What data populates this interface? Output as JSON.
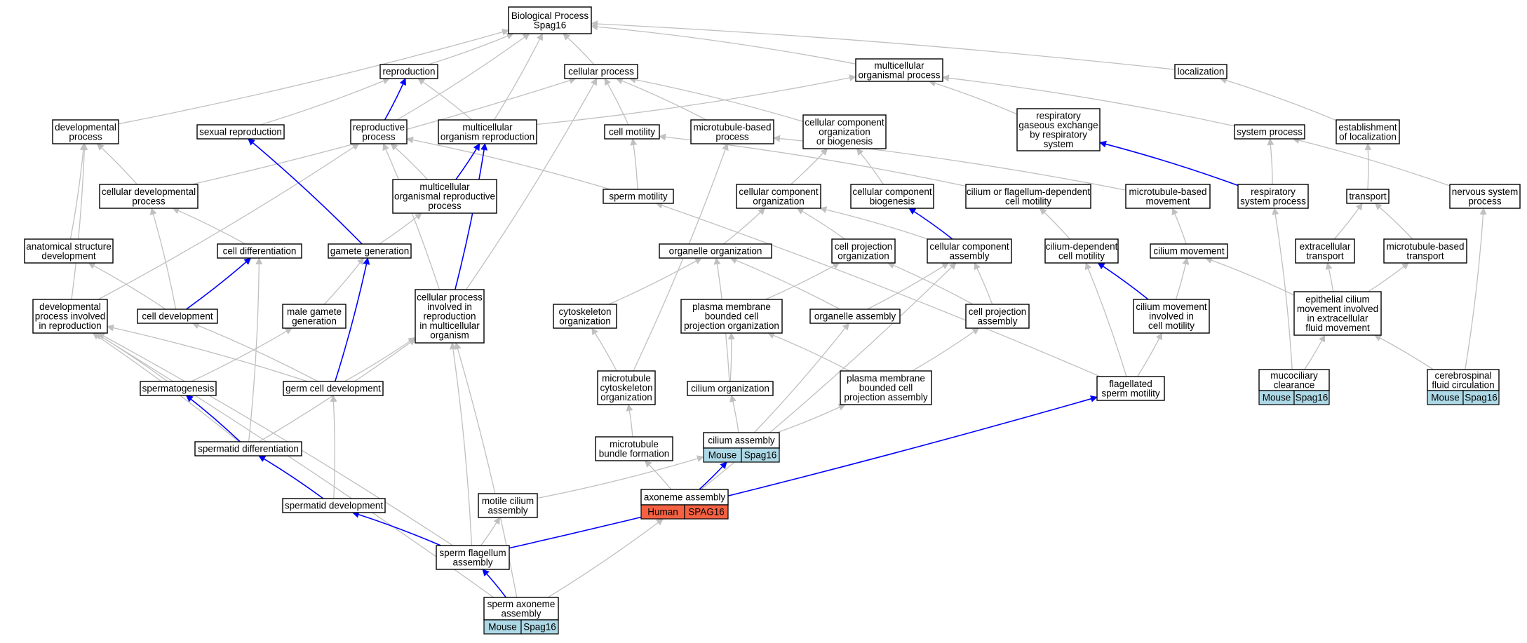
{
  "colors": {
    "edge_default": "#c0c0c0",
    "edge_highlight": "#0000ff",
    "mouse_badge": "#add8e6",
    "human_badge": "#f46142",
    "node_border": "#000000"
  },
  "nodes": {
    "bp": [
      "Biological Process",
      "Spag16"
    ],
    "reproduction": [
      "reproduction"
    ],
    "cellular_process": [
      "cellular process"
    ],
    "multicellular_organismal_process": [
      "multicellular",
      "organismal process"
    ],
    "localization": [
      "localization"
    ],
    "developmental_process": [
      "developmental",
      "process"
    ],
    "sexual_reproduction": [
      "sexual reproduction"
    ],
    "reproductive_process": [
      "reproductive",
      "process"
    ],
    "multicellular_organism_reproduction": [
      "multicellular",
      "organism reproduction"
    ],
    "cell_motility": [
      "cell motility"
    ],
    "microtubule_based_process": [
      "microtubule-based",
      "process"
    ],
    "cellular_component_organization_or_biogenesis": [
      "cellular component",
      "organization",
      "or biogenesis"
    ],
    "respiratory_gaseous_exchange": [
      "respiratory",
      "gaseous exchange",
      "by respiratory",
      "system"
    ],
    "system_process": [
      "system process"
    ],
    "establishment_of_localization": [
      "establishment",
      "of localization"
    ],
    "cellular_developmental_process": [
      "cellular developmental",
      "process"
    ],
    "multicellular_organismal_reproductive_process": [
      "multicellular",
      "organismal reproductive",
      "process"
    ],
    "sperm_motility": [
      "sperm motility"
    ],
    "cellular_component_organization": [
      "cellular component",
      "organization"
    ],
    "cellular_component_biogenesis": [
      "cellular component",
      "biogenesis"
    ],
    "cilium_or_flagellum_dependent_cell_motility": [
      "cilium or flagellum-dependent",
      "cell motility"
    ],
    "microtubule_based_movement": [
      "microtubule-based",
      "movement"
    ],
    "respiratory_system_process": [
      "respiratory",
      "system process"
    ],
    "transport": [
      "transport"
    ],
    "nervous_system_process": [
      "nervous system",
      "process"
    ],
    "anatomical_structure_development": [
      "anatomical structure",
      "development"
    ],
    "cell_differentiation": [
      "cell differentiation"
    ],
    "gamete_generation": [
      "gamete generation"
    ],
    "organelle_organization": [
      "organelle organization"
    ],
    "cell_projection_organization": [
      "cell projection",
      "organization"
    ],
    "cellular_component_assembly": [
      "cellular component",
      "assembly"
    ],
    "cilium_dependent_cell_motility": [
      "cilium-dependent",
      "cell motility"
    ],
    "cilium_movement": [
      "cilium movement"
    ],
    "extracellular_transport": [
      "extracellular",
      "transport"
    ],
    "microtubule_based_transport": [
      "microtubule-based",
      "transport"
    ],
    "developmental_process_involved_in_reproduction": [
      "developmental",
      "process involved",
      "in reproduction"
    ],
    "cell_development": [
      "cell development"
    ],
    "male_gamete_generation": [
      "male gamete",
      "generation"
    ],
    "cellular_process_involved_in_reproduction": [
      "cellular process",
      "involved in",
      "reproduction",
      "in multicellular",
      "organism"
    ],
    "cytoskeleton_organization": [
      "cytoskeleton",
      "organization"
    ],
    "plasma_membrane_bounded_cell_projection_organization": [
      "plasma membrane",
      "bounded cell",
      "projection organization"
    ],
    "organelle_assembly": [
      "organelle assembly"
    ],
    "cell_projection_assembly": [
      "cell projection",
      "assembly"
    ],
    "cilium_movement_involved_in_cell_motility": [
      "cilium movement",
      "involved in",
      "cell motility"
    ],
    "epithelial_cilium_movement": [
      "epithelial cilium",
      "movement involved",
      "in extracellular",
      "fluid movement"
    ],
    "spermatogenesis": [
      "spermatogenesis"
    ],
    "germ_cell_development": [
      "germ cell development"
    ],
    "microtubule_cytoskeleton_organization": [
      "microtubule",
      "cytoskeleton",
      "organization"
    ],
    "cilium_organization": [
      "cilium organization"
    ],
    "plasma_membrane_bounded_cell_projection_assembly": [
      "plasma membrane",
      "bounded cell",
      "projection assembly"
    ],
    "flagellated_sperm_motility": [
      "flagellated",
      "sperm motility"
    ],
    "mucociliary_clearance": [
      "mucociliary",
      "clearance"
    ],
    "cerebrospinal_fluid_circulation": [
      "cerebrospinal",
      "fluid circulation"
    ],
    "spermatid_differentiation": [
      "spermatid differentiation"
    ],
    "microtubule_bundle_formation": [
      "microtubule",
      "bundle formation"
    ],
    "cilium_assembly": [
      "cilium assembly"
    ],
    "spermatid_development": [
      "spermatid development"
    ],
    "motile_cilium_assembly": [
      "motile cilium",
      "assembly"
    ],
    "axoneme_assembly": [
      "axoneme assembly"
    ],
    "sperm_flagellum_assembly": [
      "sperm flagellum",
      "assembly"
    ],
    "sperm_axoneme_assembly": [
      "sperm axoneme",
      "assembly"
    ]
  },
  "badges": {
    "mucociliary_clearance": {
      "organism": "Mouse",
      "gene": "Spag16",
      "color": "#add8e6"
    },
    "cerebrospinal_fluid_circulation": {
      "organism": "Mouse",
      "gene": "Spag16",
      "color": "#add8e6"
    },
    "cilium_assembly": {
      "organism": "Mouse",
      "gene": "Spag16",
      "color": "#add8e6"
    },
    "axoneme_assembly": {
      "organism": "Human",
      "gene": "SPAG16",
      "color": "#f46142"
    },
    "sperm_axoneme_assembly": {
      "organism": "Mouse",
      "gene": "Spag16",
      "color": "#add8e6"
    }
  },
  "edges": [
    [
      "reproduction",
      "bp",
      "g"
    ],
    [
      "cellular_process",
      "bp",
      "g"
    ],
    [
      "multicellular_organismal_process",
      "bp",
      "g"
    ],
    [
      "localization",
      "bp",
      "g"
    ],
    [
      "developmental_process",
      "bp",
      "g"
    ],
    [
      "reproductive_process",
      "bp",
      "g"
    ],
    [
      "multicellular_organism_reproduction",
      "bp",
      "g"
    ],
    [
      "sexual_reproduction",
      "reproduction",
      "g"
    ],
    [
      "reproductive_process",
      "reproduction",
      "b"
    ],
    [
      "multicellular_organism_reproduction",
      "reproduction",
      "g"
    ],
    [
      "multicellular_organism_reproduction",
      "multicellular_organismal_process",
      "g"
    ],
    [
      "cell_motility",
      "cellular_process",
      "g"
    ],
    [
      "microtubule_based_process",
      "cellular_process",
      "g"
    ],
    [
      "cellular_component_organization_or_biogenesis",
      "cellular_process",
      "g"
    ],
    [
      "cellular_developmental_process",
      "cellular_process",
      "g"
    ],
    [
      "cellular_process_involved_in_reproduction",
      "cellular_process",
      "g"
    ],
    [
      "respiratory_gaseous_exchange",
      "multicellular_organismal_process",
      "g"
    ],
    [
      "system_process",
      "multicellular_organismal_process",
      "g"
    ],
    [
      "establishment_of_localization",
      "localization",
      "g"
    ],
    [
      "respiratory_system_process",
      "respiratory_gaseous_exchange",
      "b"
    ],
    [
      "respiratory_system_process",
      "system_process",
      "g"
    ],
    [
      "nervous_system_process",
      "system_process",
      "g"
    ],
    [
      "transport",
      "establishment_of_localization",
      "g"
    ],
    [
      "cellular_developmental_process",
      "developmental_process",
      "g"
    ],
    [
      "anatomical_structure_development",
      "developmental_process",
      "g"
    ],
    [
      "developmental_process_involved_in_reproduction",
      "developmental_process",
      "g"
    ],
    [
      "multicellular_organismal_reproductive_process",
      "reproductive_process",
      "g"
    ],
    [
      "sperm_motility",
      "reproductive_process",
      "g"
    ],
    [
      "developmental_process_involved_in_reproduction",
      "reproductive_process",
      "g"
    ],
    [
      "cellular_process_involved_in_reproduction",
      "reproductive_process",
      "g"
    ],
    [
      "multicellular_organismal_reproductive_process",
      "multicellular_organism_reproduction",
      "b"
    ],
    [
      "cellular_process_involved_in_reproduction",
      "multicellular_organism_reproduction",
      "b"
    ],
    [
      "gamete_generation",
      "sexual_reproduction",
      "b"
    ],
    [
      "gamete_generation",
      "multicellular_organismal_reproductive_process",
      "g"
    ],
    [
      "sperm_motility",
      "cell_motility",
      "g"
    ],
    [
      "cilium_or_flagellum_dependent_cell_motility",
      "cell_motility",
      "g"
    ],
    [
      "microtubule_based_movement",
      "microtubule_based_process",
      "g"
    ],
    [
      "microtubule_cytoskeleton_organization",
      "microtubule_based_process",
      "g"
    ],
    [
      "cellular_component_organization",
      "cellular_component_organization_or_biogenesis",
      "g"
    ],
    [
      "cellular_component_biogenesis",
      "cellular_component_organization_or_biogenesis",
      "g"
    ],
    [
      "organelle_organization",
      "cellular_component_organization",
      "g"
    ],
    [
      "cell_projection_organization",
      "cellular_component_organization",
      "g"
    ],
    [
      "cellular_component_assembly",
      "cellular_component_organization",
      "g"
    ],
    [
      "cellular_component_assembly",
      "cellular_component_biogenesis",
      "b"
    ],
    [
      "cilium_dependent_cell_motility",
      "cilium_or_flagellum_dependent_cell_motility",
      "g"
    ],
    [
      "cilium_movement",
      "microtubule_based_movement",
      "g"
    ],
    [
      "extracellular_transport",
      "transport",
      "g"
    ],
    [
      "microtubule_based_transport",
      "transport",
      "g"
    ],
    [
      "cell_differentiation",
      "cellular_developmental_process",
      "g"
    ],
    [
      "cell_development",
      "cellular_developmental_process",
      "g"
    ],
    [
      "cell_development",
      "anatomical_structure_development",
      "g"
    ],
    [
      "cell_development",
      "cell_differentiation",
      "b"
    ],
    [
      "male_gamete_generation",
      "gamete_generation",
      "g"
    ],
    [
      "germ_cell_development",
      "gamete_generation",
      "b"
    ],
    [
      "cytoskeleton_organization",
      "organelle_organization",
      "g"
    ],
    [
      "organelle_assembly",
      "organelle_organization",
      "g"
    ],
    [
      "cilium_organization",
      "organelle_organization",
      "g"
    ],
    [
      "plasma_membrane_bounded_cell_projection_organization",
      "cell_projection_organization",
      "g"
    ],
    [
      "cell_projection_assembly",
      "cell_projection_organization",
      "g"
    ],
    [
      "organelle_assembly",
      "cellular_component_assembly",
      "g"
    ],
    [
      "cell_projection_assembly",
      "cellular_component_assembly",
      "g"
    ],
    [
      "axoneme_assembly",
      "cellular_component_assembly",
      "g"
    ],
    [
      "cilium_movement_involved_in_cell_motility",
      "cilium_dependent_cell_motility",
      "b"
    ],
    [
      "flagellated_sperm_motility",
      "cilium_dependent_cell_motility",
      "g"
    ],
    [
      "cilium_movement_involved_in_cell_motility",
      "cilium_movement",
      "g"
    ],
    [
      "epithelial_cilium_movement",
      "cilium_movement",
      "g"
    ],
    [
      "epithelial_cilium_movement",
      "extracellular_transport",
      "g"
    ],
    [
      "epithelial_cilium_movement",
      "microtubule_based_transport",
      "g"
    ],
    [
      "spermatogenesis",
      "developmental_process_involved_in_reproduction",
      "g"
    ],
    [
      "germ_cell_development",
      "developmental_process_involved_in_reproduction",
      "g"
    ],
    [
      "spermatid_differentiation",
      "developmental_process_involved_in_reproduction",
      "g"
    ],
    [
      "sperm_flagellum_assembly",
      "developmental_process_involved_in_reproduction",
      "g"
    ],
    [
      "sperm_axoneme_assembly",
      "developmental_process_involved_in_reproduction",
      "g"
    ],
    [
      "germ_cell_development",
      "cell_development",
      "g"
    ],
    [
      "spermatogenesis",
      "male_gamete_generation",
      "g"
    ],
    [
      "germ_cell_development",
      "cellular_process_involved_in_reproduction",
      "g"
    ],
    [
      "spermatid_differentiation",
      "cellular_process_involved_in_reproduction",
      "g"
    ],
    [
      "sperm_flagellum_assembly",
      "cellular_process_involved_in_reproduction",
      "g"
    ],
    [
      "sperm_axoneme_assembly",
      "cellular_process_involved_in_reproduction",
      "g"
    ],
    [
      "microtubule_cytoskeleton_organization",
      "cytoskeleton_organization",
      "g"
    ],
    [
      "cilium_organization",
      "plasma_membrane_bounded_cell_projection_organization",
      "g"
    ],
    [
      "plasma_membrane_bounded_cell_projection_assembly",
      "plasma_membrane_bounded_cell_projection_organization",
      "g"
    ],
    [
      "cilium_assembly",
      "organelle_assembly",
      "g"
    ],
    [
      "plasma_membrane_bounded_cell_projection_assembly",
      "cell_projection_assembly",
      "g"
    ],
    [
      "flagellated_sperm_motility",
      "cilium_movement_involved_in_cell_motility",
      "g"
    ],
    [
      "flagellated_sperm_motility",
      "sperm_motility",
      "g"
    ],
    [
      "mucociliary_clearance",
      "respiratory_system_process",
      "g"
    ],
    [
      "mucociliary_clearance",
      "epithelial_cilium_movement",
      "g"
    ],
    [
      "cerebrospinal_fluid_circulation",
      "nervous_system_process",
      "g"
    ],
    [
      "cerebrospinal_fluid_circulation",
      "epithelial_cilium_movement",
      "g"
    ],
    [
      "spermatid_differentiation",
      "spermatogenesis",
      "b"
    ],
    [
      "spermatid_differentiation",
      "cell_differentiation",
      "g"
    ],
    [
      "spermatid_development",
      "spermatid_differentiation",
      "b"
    ],
    [
      "spermatid_development",
      "germ_cell_development",
      "g"
    ],
    [
      "microtubule_bundle_formation",
      "microtubule_cytoskeleton_organization",
      "g"
    ],
    [
      "cilium_assembly",
      "cilium_organization",
      "g"
    ],
    [
      "cilium_assembly",
      "plasma_membrane_bounded_cell_projection_assembly",
      "g"
    ],
    [
      "axoneme_assembly",
      "microtubule_bundle_formation",
      "g"
    ],
    [
      "axoneme_assembly",
      "cilium_assembly",
      "b"
    ],
    [
      "motile_cilium_assembly",
      "cilium_assembly",
      "g"
    ],
    [
      "sperm_flagellum_assembly",
      "motile_cilium_assembly",
      "g"
    ],
    [
      "sperm_flagellum_assembly",
      "spermatid_development",
      "b"
    ],
    [
      "sperm_flagellum_assembly",
      "flagellated_sperm_motility",
      "b"
    ],
    [
      "sperm_axoneme_assembly",
      "sperm_flagellum_assembly",
      "b"
    ],
    [
      "sperm_axoneme_assembly",
      "axoneme_assembly",
      "g"
    ]
  ]
}
